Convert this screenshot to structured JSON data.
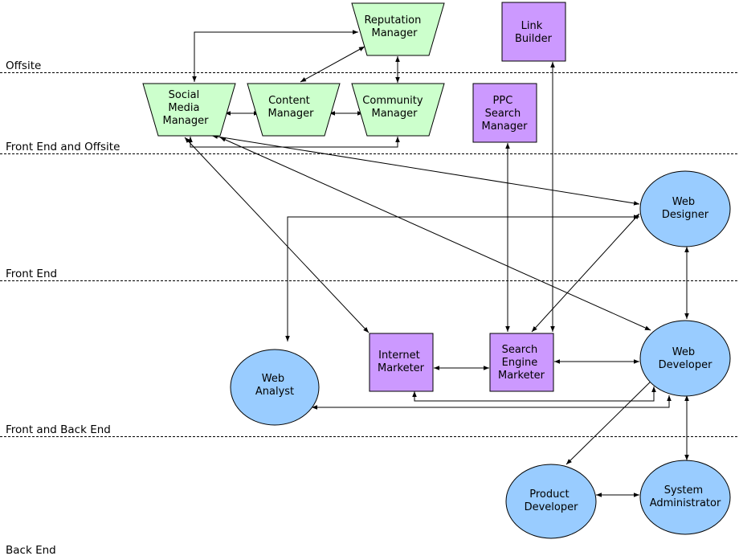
{
  "zones": [
    "Offsite",
    "Front End and Offsite",
    "Front End",
    "Front and Back End",
    "Back End"
  ],
  "nodes": {
    "reputation_manager": {
      "lines": [
        "Reputation",
        "Manager"
      ],
      "shape": "trapezoid",
      "color": "#ccffcc"
    },
    "social_media_manager": {
      "lines": [
        "Social",
        "Media",
        "Manager"
      ],
      "shape": "trapezoid",
      "color": "#ccffcc"
    },
    "content_manager": {
      "lines": [
        "Content",
        "Manager"
      ],
      "shape": "trapezoid",
      "color": "#ccffcc"
    },
    "community_manager": {
      "lines": [
        "Community",
        "Manager"
      ],
      "shape": "trapezoid",
      "color": "#ccffcc"
    },
    "link_builder": {
      "lines": [
        "Link",
        "Builder"
      ],
      "shape": "rectangle",
      "color": "#cc99ff"
    },
    "ppc_search_manager": {
      "lines": [
        "PPC",
        "Search",
        "Manager"
      ],
      "shape": "rectangle",
      "color": "#cc99ff"
    },
    "internet_marketer": {
      "lines": [
        "Internet",
        "Marketer"
      ],
      "shape": "rectangle",
      "color": "#cc99ff"
    },
    "search_engine_marketer": {
      "lines": [
        "Search",
        "Engine",
        "Marketer"
      ],
      "shape": "rectangle",
      "color": "#cc99ff"
    },
    "web_designer": {
      "lines": [
        "Web",
        "Designer"
      ],
      "shape": "ellipse",
      "color": "#99ccff"
    },
    "web_developer": {
      "lines": [
        "Web",
        "Developer"
      ],
      "shape": "ellipse",
      "color": "#99ccff"
    },
    "web_analyst": {
      "lines": [
        "Web",
        "Analyst"
      ],
      "shape": "ellipse",
      "color": "#99ccff"
    },
    "product_developer": {
      "lines": [
        "Product",
        "Developer"
      ],
      "shape": "ellipse",
      "color": "#99ccff"
    },
    "system_administrator": {
      "lines": [
        "System",
        "Administrator"
      ],
      "shape": "ellipse",
      "color": "#99ccff"
    }
  },
  "edges": [
    {
      "from": "social_media_manager",
      "to": "reputation_manager"
    },
    {
      "from": "content_manager",
      "to": "reputation_manager"
    },
    {
      "from": "reputation_manager",
      "to": "community_manager"
    },
    {
      "from": "social_media_manager",
      "to": "content_manager"
    },
    {
      "from": "content_manager",
      "to": "community_manager"
    },
    {
      "from": "social_media_manager",
      "to": "community_manager"
    },
    {
      "from": "social_media_manager",
      "to": "web_designer"
    },
    {
      "from": "social_media_manager",
      "to": "web_developer"
    },
    {
      "from": "social_media_manager",
      "to": "internet_marketer"
    },
    {
      "from": "web_designer",
      "to": "web_analyst"
    },
    {
      "from": "web_designer",
      "to": "search_engine_marketer"
    },
    {
      "from": "web_designer",
      "to": "web_developer"
    },
    {
      "from": "link_builder",
      "to": "search_engine_marketer"
    },
    {
      "from": "ppc_search_manager",
      "to": "search_engine_marketer"
    },
    {
      "from": "internet_marketer",
      "to": "search_engine_marketer"
    },
    {
      "from": "search_engine_marketer",
      "to": "web_developer"
    },
    {
      "from": "web_developer",
      "to": "internet_marketer"
    },
    {
      "from": "web_developer",
      "to": "web_analyst"
    },
    {
      "from": "web_developer",
      "to": "product_developer"
    },
    {
      "from": "web_developer",
      "to": "system_administrator"
    },
    {
      "from": "product_developer",
      "to": "system_administrator"
    }
  ]
}
